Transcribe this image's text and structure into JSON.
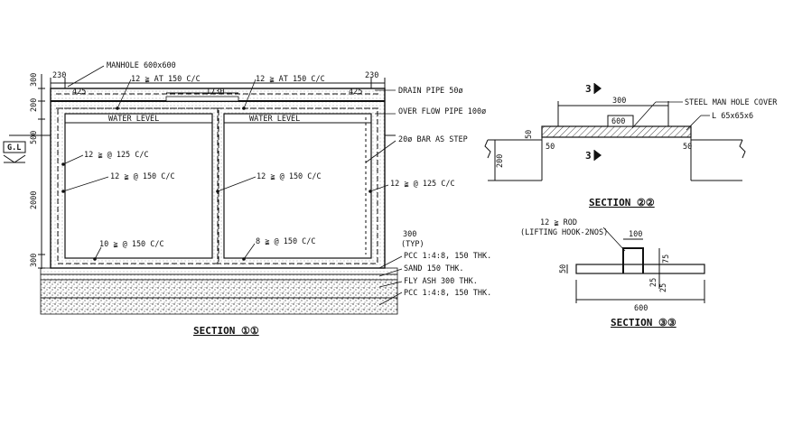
{
  "section11": {
    "title": "SECTION ①①",
    "dims_left": [
      "300",
      "200",
      "500",
      "2000",
      "300"
    ],
    "dims_top": [
      "230",
      "425",
      "1730",
      "425",
      "230"
    ],
    "gl_label": "G.L",
    "labels": {
      "manhole": "MANHOLE 600x600",
      "rebar_top_left": "12 ≩ AT 150 C/C",
      "rebar_top_right": "12 ≩ AT 150 C/C",
      "drain_pipe": "DRAIN PIPE 50ø",
      "overflow_pipe": "OVER FLOW PIPE 100ø",
      "water_level_left": "WATER LEVEL",
      "water_level_right": "WATER LEVEL",
      "bar_step": "20ø BAR AS STEP",
      "rebar_wall_left": "12 ≩ @ 125 C/C",
      "rebar_mid_left": "12 ≩ @ 150 C/C",
      "rebar_mid_right": "12 ≩ @ 150 C/C",
      "rebar_wall_right": "12 ≩ @ 125 C/C",
      "rebar_bottom_left": "10 ≩ @ 150 C/C",
      "rebar_bottom_right": "8 ≩ @ 150 C/C",
      "typ_dim": "300",
      "typ": "(TYP)",
      "pcc_top": "PCC 1:4:8, 150 THK.",
      "sand": "SAND 150 THK.",
      "fly_ash": "FLY ASH 300 THK.",
      "pcc_bottom": "PCC 1:4:8, 150 THK."
    }
  },
  "section22": {
    "title": "SECTION ②②",
    "marker_num": "3",
    "dim_300": "300",
    "dim_600": "600",
    "dim_200": "200",
    "dim_50_left": "50",
    "dim_50_right": "50",
    "dim_50_mid": "50",
    "cover_label": "STEEL MAN HOLE COVER",
    "angle_label": "L 65x65x6"
  },
  "section33": {
    "title": "SECTION ③③",
    "rod_label": "12 ≩ ROD",
    "lifting_label": "(LIFTING HOOK-2NOS)",
    "dim_100": "100",
    "dim_75": "75",
    "dim_50": "50",
    "dim_25a": "25",
    "dim_25b": "25",
    "dim_600": "600"
  }
}
